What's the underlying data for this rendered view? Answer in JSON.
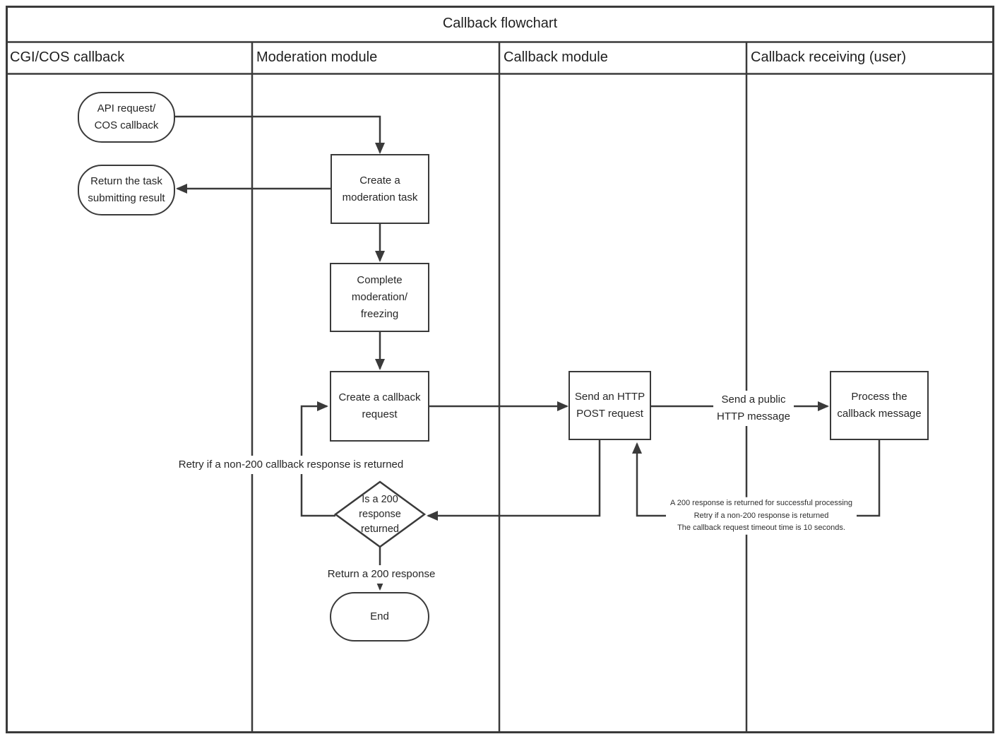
{
  "title": "Callback flowchart",
  "colors": {
    "stroke": "#3a3a3a",
    "text": "#262626",
    "background": "#ffffff"
  },
  "lanes": [
    {
      "label": "CGI/COS callback"
    },
    {
      "label": "Moderation module"
    },
    {
      "label": "Callback module"
    },
    {
      "label": "Callback receiving (user)"
    }
  ],
  "nodes": {
    "api_request": {
      "label": "API request/\nCOS callback",
      "shape": "stadium"
    },
    "return_task": {
      "label": "Return the task\nsubmitting result",
      "shape": "stadium"
    },
    "create_moderation": {
      "label": "Create a\nmoderation task",
      "shape": "rect"
    },
    "complete_moderation": {
      "label": "Complete\nmoderation/\nfreezing",
      "shape": "rect"
    },
    "create_callback": {
      "label": "Create a callback\nrequest",
      "shape": "rect"
    },
    "send_http_post": {
      "label": "Send an HTTP\nPOST request",
      "shape": "rect"
    },
    "process_callback": {
      "label": "Process the\ncallback message",
      "shape": "rect"
    },
    "decision_200": {
      "label": "Is a 200\nresponse\nreturned",
      "shape": "diamond"
    },
    "end": {
      "label": "End",
      "shape": "stadium"
    }
  },
  "edge_labels": {
    "retry_loop": "Retry if a non-200 callback response is returned",
    "send_public": "Send a public\nHTTP message",
    "return_200": "Return a 200 response",
    "callback_note": "A 200 response is returned for successful processing\nRetry if a non-200 response is returned\nThe callback request timeout time is 10 seconds."
  }
}
